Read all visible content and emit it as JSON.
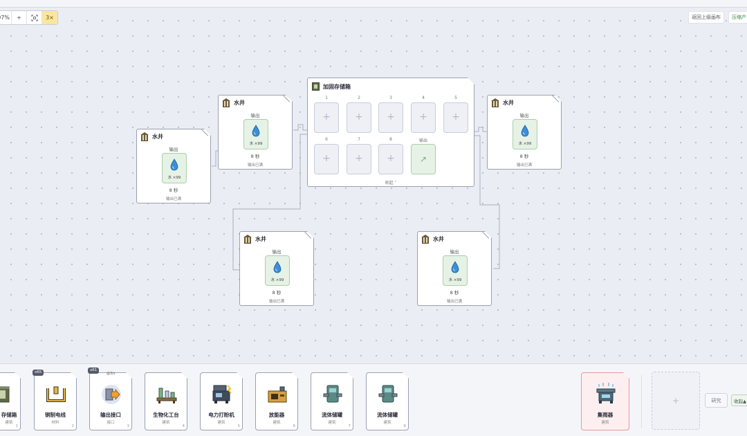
{
  "zoom": {
    "value": "97%",
    "plus": "+",
    "fit_icon": "fit-screen-icon",
    "speed": "3×"
  },
  "top_actions": {
    "back": "返回上级画布",
    "pressure": "压缩产"
  },
  "nodes": [
    {
      "title": "水井",
      "output_label": "输出",
      "item": "水 ×99",
      "time": "8 秒",
      "status": "输出已满",
      "icon": "building-icon",
      "item_icon": "water-drop-icon"
    },
    {
      "title": "水井",
      "output_label": "输出",
      "item": "水 ×99",
      "time": "8 秒",
      "status": "输出已满",
      "icon": "building-icon",
      "item_icon": "water-drop-icon"
    },
    {
      "title": "水井",
      "output_label": "输出",
      "item": "水 ×99",
      "time": "8 秒",
      "status": "输出已满",
      "icon": "building-icon",
      "item_icon": "water-drop-icon"
    },
    {
      "title": "水井",
      "output_label": "输出",
      "item": "水 ×99",
      "time": "8 秒",
      "status": "输出已满",
      "icon": "building-icon",
      "item_icon": "water-drop-icon"
    },
    {
      "title": "水井",
      "output_label": "输出",
      "item": "水 ×99",
      "time": "8 秒",
      "status": "输出已满",
      "icon": "building-icon",
      "item_icon": "water-drop-icon"
    }
  ],
  "storage": {
    "title": "加固存储箱",
    "slots": [
      "1",
      "2",
      "3",
      "4",
      "5",
      "6",
      "7",
      "8"
    ],
    "output_label": "输出",
    "output_symbol": "↗",
    "plus": "+",
    "collapse": "收起 ˄"
  },
  "toolbar": {
    "cards": [
      {
        "name": "存储箱",
        "type": "建筑",
        "key": "1",
        "icon": "storage-box-icon"
      },
      {
        "name": "铜制电线",
        "type": "材料",
        "key": "2",
        "badge": "x65",
        "icon": "copper-wire-icon"
      },
      {
        "name": "输出接口",
        "type": "接口",
        "key": "3",
        "badge": "x61",
        "rate": "@3/s",
        "icon": "output-port-icon"
      },
      {
        "name": "生物化工台",
        "type": "建筑",
        "key": "4",
        "icon": "bio-chem-bench-icon"
      },
      {
        "name": "电力打盼机",
        "type": "建筑",
        "key": "5",
        "icon": "power-printer-icon"
      },
      {
        "name": "放能器",
        "type": "建筑",
        "key": "6",
        "icon": "energy-emitter-icon"
      },
      {
        "name": "流体储罐",
        "type": "建筑",
        "key": "7",
        "icon": "fluid-tank-icon"
      },
      {
        "name": "流体储罐",
        "type": "建筑",
        "key": "8",
        "icon": "fluid-tank-icon"
      }
    ],
    "selected": {
      "name": "集雨器",
      "type": "建筑",
      "icon": "rain-collector-icon"
    },
    "empty_slot": "+",
    "research": "研究",
    "collapse": "收起▲"
  },
  "colors": {
    "accent_green": "#3d8a4a",
    "selected_border": "#e49a9a",
    "speed_bg": "#fbe6a0"
  }
}
